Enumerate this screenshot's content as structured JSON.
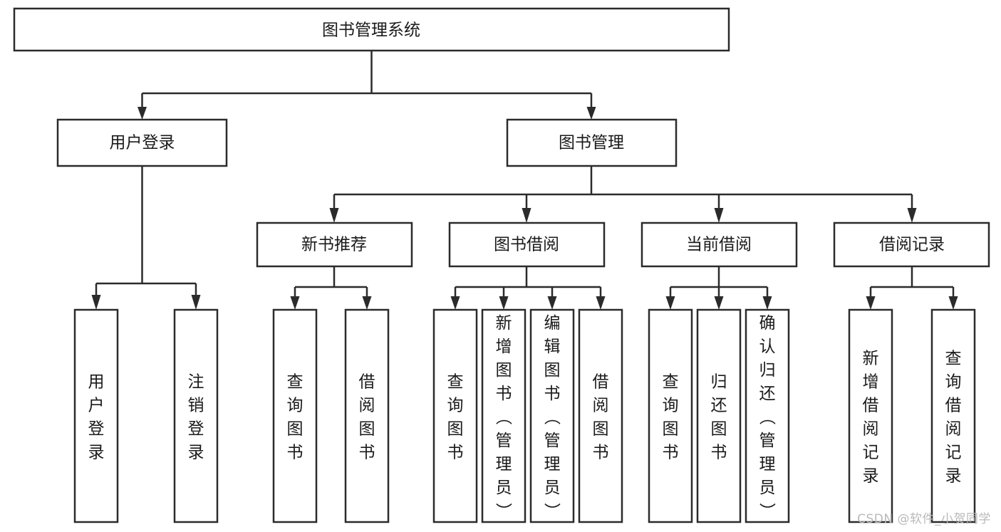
{
  "diagram": {
    "type": "hierarchy-tree",
    "title": "图书管理系统",
    "root": {
      "id": "root",
      "label": "图书管理系统",
      "orientation": "horizontal"
    },
    "level2": [
      {
        "id": "user-login",
        "label": "用户登录",
        "orientation": "horizontal"
      },
      {
        "id": "book-management",
        "label": "图书管理",
        "orientation": "horizontal"
      }
    ],
    "level3": [
      {
        "id": "new-book-recommend",
        "label": "新书推荐",
        "orientation": "horizontal",
        "parent": "book-management"
      },
      {
        "id": "book-borrow",
        "label": "图书借阅",
        "orientation": "horizontal",
        "parent": "book-management"
      },
      {
        "id": "current-borrow",
        "label": "当前借阅",
        "orientation": "horizontal",
        "parent": "book-management"
      },
      {
        "id": "borrow-record",
        "label": "借阅记录",
        "orientation": "horizontal",
        "parent": "book-management"
      }
    ],
    "leaves": [
      {
        "id": "leaf-user-login",
        "label": "用户登录",
        "orientation": "vertical",
        "parent": "user-login"
      },
      {
        "id": "leaf-user-logout",
        "label": "注销登录",
        "orientation": "vertical",
        "parent": "user-login"
      },
      {
        "id": "leaf-query-book-1",
        "label": "查询图书",
        "orientation": "vertical",
        "parent": "new-book-recommend"
      },
      {
        "id": "leaf-borrow-book-1",
        "label": "借阅图书",
        "orientation": "vertical",
        "parent": "new-book-recommend"
      },
      {
        "id": "leaf-query-book-2",
        "label": "查询图书",
        "orientation": "vertical",
        "parent": "book-borrow"
      },
      {
        "id": "leaf-add-book",
        "label": "新增图书（管理员）",
        "orientation": "vertical",
        "parent": "book-borrow"
      },
      {
        "id": "leaf-edit-book",
        "label": "编辑图书（管理员）",
        "orientation": "vertical",
        "parent": "book-borrow"
      },
      {
        "id": "leaf-borrow-book-2",
        "label": "借阅图书",
        "orientation": "vertical",
        "parent": "book-borrow"
      },
      {
        "id": "leaf-query-book-3",
        "label": "查询图书",
        "orientation": "vertical",
        "parent": "current-borrow"
      },
      {
        "id": "leaf-return-book",
        "label": "归还图书",
        "orientation": "vertical",
        "parent": "current-borrow"
      },
      {
        "id": "leaf-confirm-return",
        "label": "确认归还（管理员）",
        "orientation": "vertical",
        "parent": "current-borrow"
      },
      {
        "id": "leaf-add-record",
        "label": "新增借阅记录",
        "orientation": "vertical",
        "parent": "borrow-record"
      },
      {
        "id": "leaf-query-record",
        "label": "查询借阅记录",
        "orientation": "vertical",
        "parent": "borrow-record"
      }
    ]
  },
  "watermark": {
    "text": "CSDN @软件_小贺同学"
  },
  "colors": {
    "box_stroke": "#2b2b2b",
    "box_fill": "#ffffff",
    "text": "#1a1a1a",
    "background": "#ffffff",
    "watermark": "#b9b9b9"
  }
}
